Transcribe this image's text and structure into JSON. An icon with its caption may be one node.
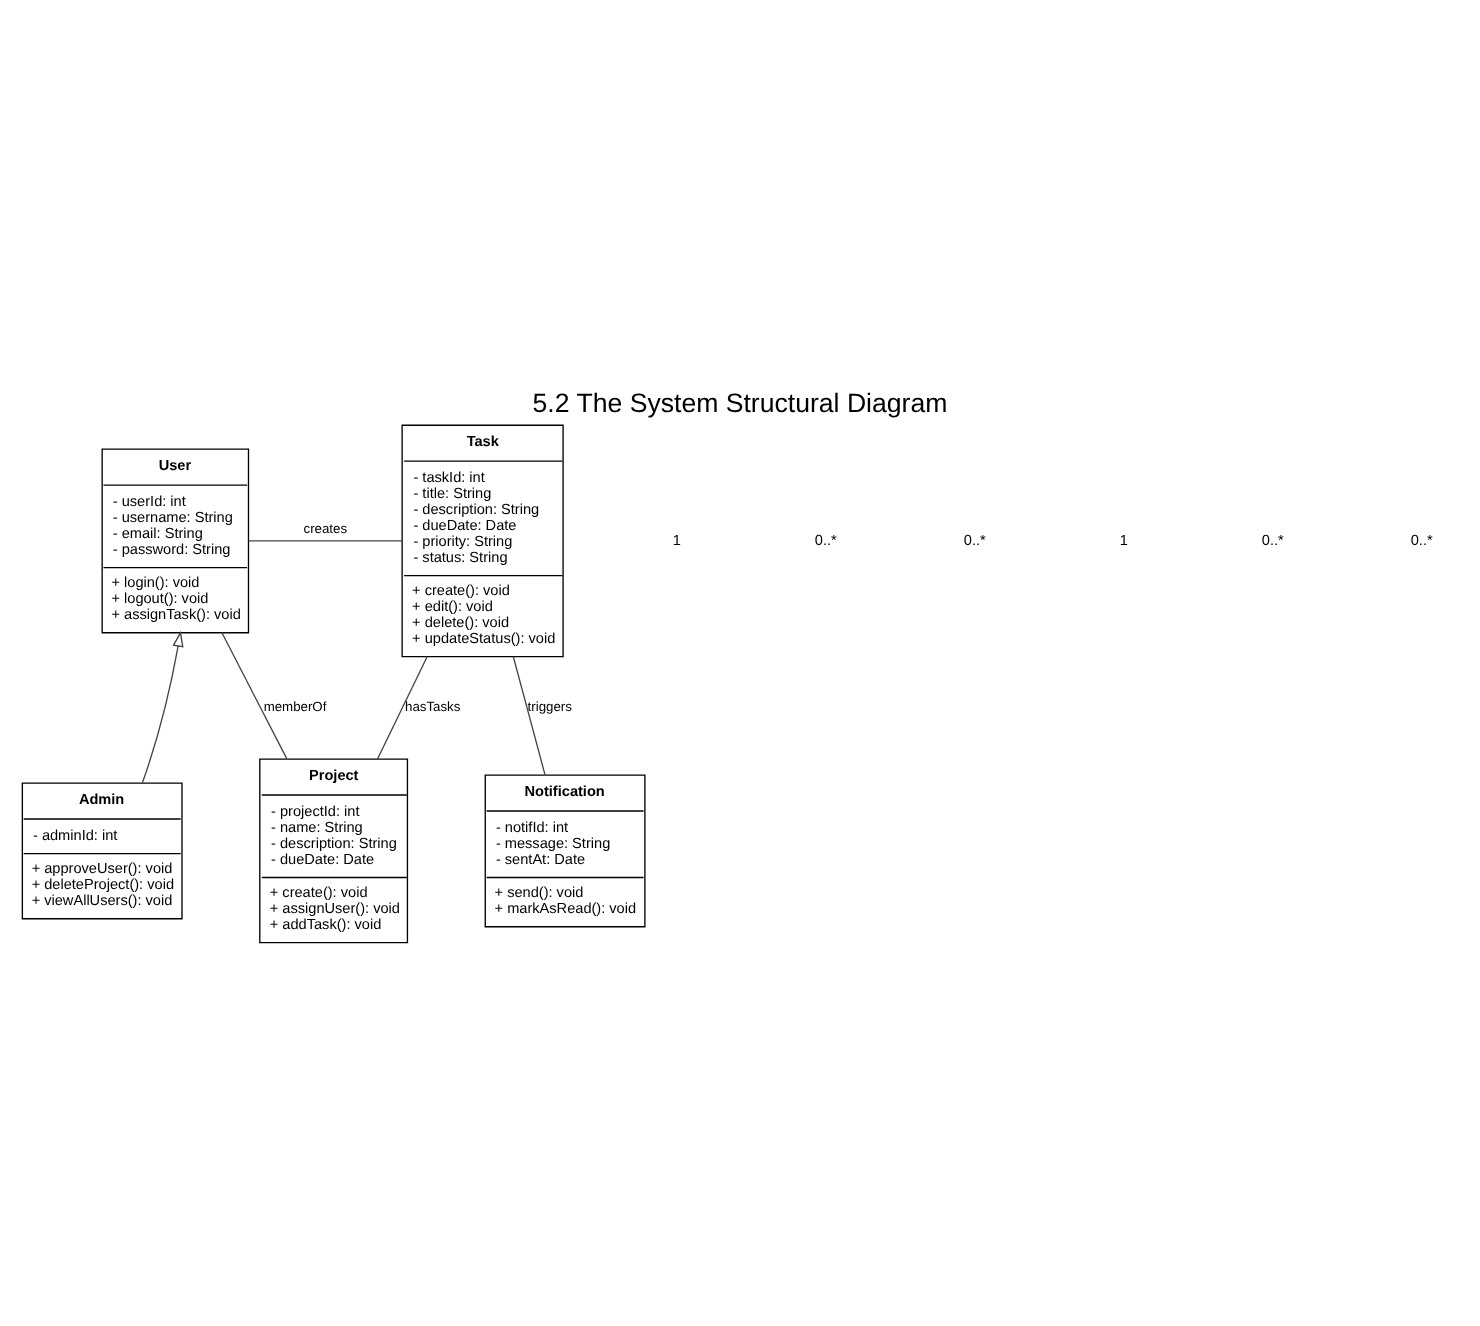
{
  "diagram": {
    "title": "5.2 The System Structural Diagram",
    "nodes": [
      {
        "text": [
          "User",
          "- userId: int",
          "- username: String",
          "- email: String",
          "- password: String",
          "+ login(): void",
          "+ logout(): void",
          "+ assignTask(): void"
        ]
      },
      {
        "text": [
          "Task",
          "- taskId: int",
          "- title: String",
          "- description: String",
          "- dueDate: Date",
          "- priority: String",
          "- status: String",
          "+ create(): void",
          "+ edit(): void",
          "+ delete(): void",
          "+ updateStatus(): void"
        ]
      },
      {
        "text": [
          "Admin",
          "- adminId: int",
          "+ approveUser(): void",
          "+ deleteProject(): void",
          "+ viewAllUsers(): void"
        ]
      },
      {
        "text": [
          "Project",
          "- projectId: int",
          "- name: String",
          "- description: String",
          "- dueDate: Date",
          "+ create(): void",
          "+ assignUser(): void",
          "+ addTask(): void"
        ]
      },
      {
        "text": [
          "Notification",
          "- notifId: int",
          "- message: String",
          "- sentAt: Date",
          "+ send(): void",
          "+ markAsRead(): void"
        ]
      }
    ],
    "edges": [
      {
        "from": 2,
        "to": 0,
        "arrow": "to"
      },
      {
        "from": 0,
        "to": 1,
        "arrow": "none",
        "label": "creates"
      },
      {
        "from": 0,
        "to": 3,
        "arrow": "none",
        "label": "memberOf"
      },
      {
        "from": 1,
        "to": 3,
        "arrow": "none",
        "label": "hasTasks"
      },
      {
        "from": 1,
        "to": 4,
        "arrow": "none",
        "label": "triggers"
      }
    ],
    "labels": [
      "1",
      "0..*",
      "0..*",
      "1",
      "0..*",
      "0..*"
    ]
  }
}
